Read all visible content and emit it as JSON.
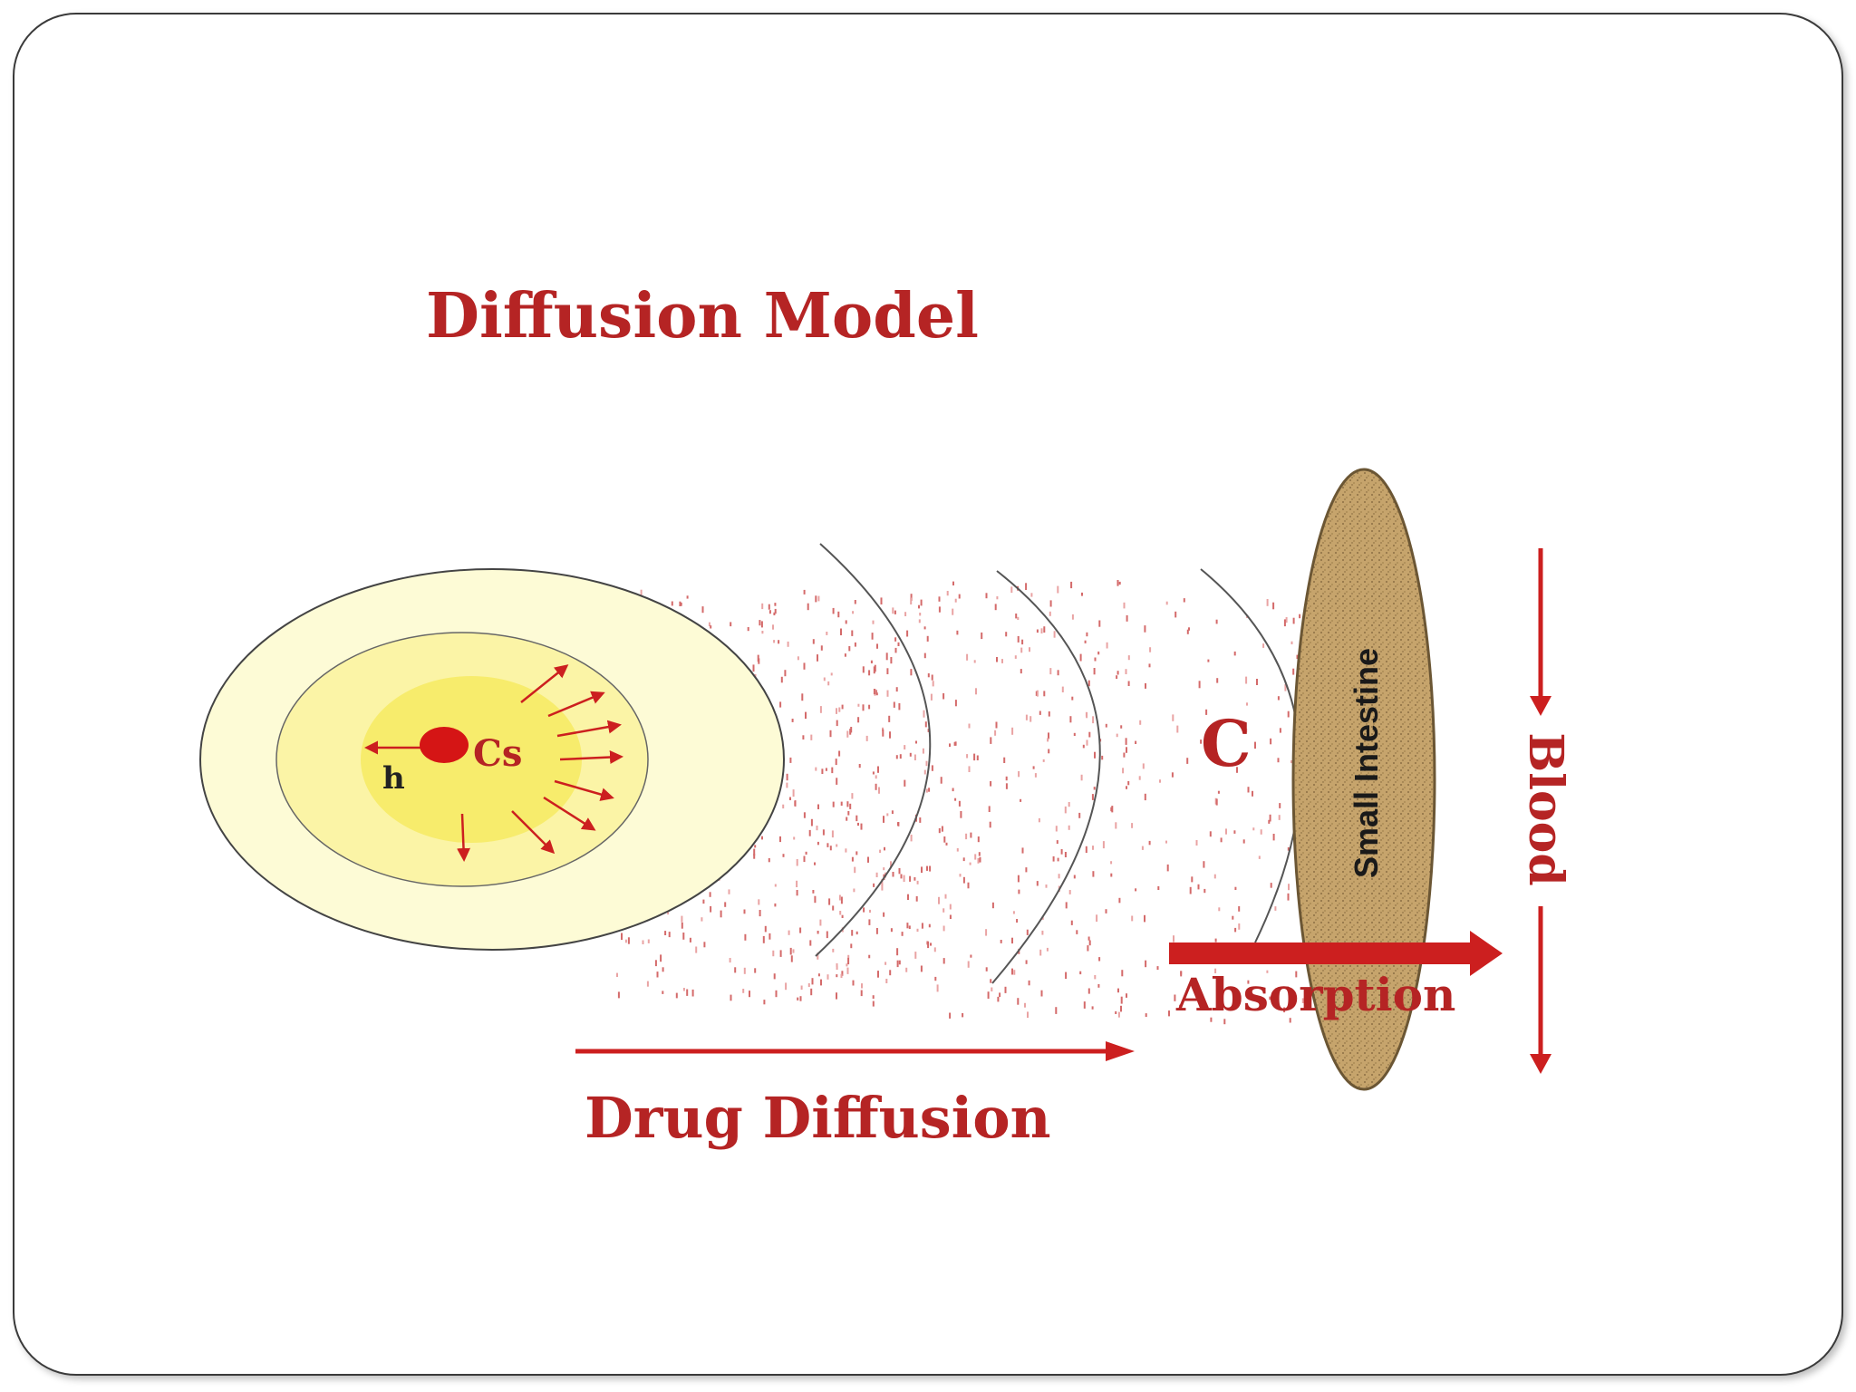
{
  "diagram": {
    "title": "Diffusion Model",
    "labels": {
      "h": "h",
      "cs": "Cs",
      "c": "C",
      "small_intestine": "Small Intestine",
      "blood": "Blood",
      "absorption": "Absorption",
      "drug_diffusion": "Drug Diffusion"
    },
    "colors": {
      "accent_red": "#cc1f1f",
      "title_red": "#b52424",
      "particle_outer": "#fdfbd6",
      "particle_middle": "#fbf4a6",
      "particle_inner": "#f7ec6c",
      "intestine_fill": "#c6a46c",
      "intestine_stroke": "#6b5634",
      "boundary_line": "#555555"
    }
  }
}
